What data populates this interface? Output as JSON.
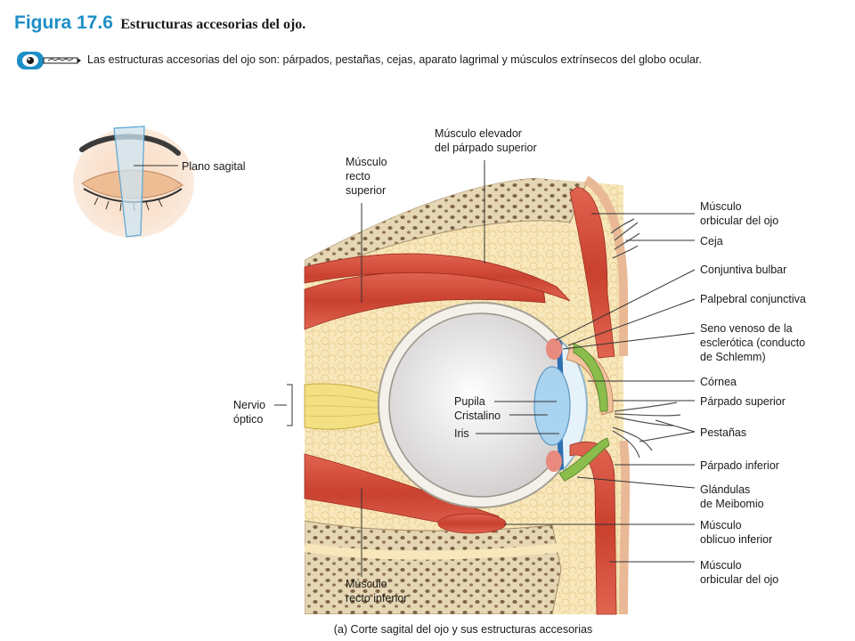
{
  "header": {
    "figure_number": "Figura 17.6",
    "figure_title": "Estructuras accesorias del ojo."
  },
  "intro_text": "Las estructuras accesorias del ojo son: párpados, pestañas, cejas, aparato lagrimal y músculos extrínsecos del globo ocular.",
  "labels": {
    "plano_sagital": "Plano sagital",
    "recto_superior": [
      "Músculo",
      "recto",
      "superior"
    ],
    "elevador": [
      "Músculo elevador",
      "del párpado superior"
    ],
    "orbicular_sup": [
      "Músculo",
      "orbicular del ojo"
    ],
    "ceja": "Ceja",
    "conj_bulbar": "Conjuntiva bulbar",
    "conj_palpebral": "Palpebral conjunctiva",
    "seno_venoso": [
      "Seno venoso de la",
      "esclerótica (conducto",
      "de Schlemm)"
    ],
    "cornea": "Córnea",
    "parpado_superior": "Párpado superior",
    "pestanas": "Pestañas",
    "parpado_inferior": "Párpado inferior",
    "glandulas": [
      "Glándulas",
      "de Meibomio"
    ],
    "oblicuo_inferior": [
      "Músculo",
      "oblicuo inferior"
    ],
    "orbicular_inf": [
      "Músculo",
      "orbicular del ojo"
    ],
    "nervio_optico": [
      "Nervio",
      "óptico"
    ],
    "pupila": "Pupila",
    "cristalino": "Cristalino",
    "iris": "Iris",
    "recto_inferior": [
      "Músculo",
      "recto inferior"
    ]
  },
  "caption": "(a) Corte sagital del ojo y sus estructuras accesorias",
  "colors": {
    "accent": "#1e8fc6",
    "muscle": "#d2503f",
    "fat": "#f6e4b4",
    "bone": "#e3d3b0",
    "sclera": "#f4f1ea",
    "lens": "#a9d3ef",
    "gland": "#7fb23e",
    "skin": "#f1c29c"
  }
}
